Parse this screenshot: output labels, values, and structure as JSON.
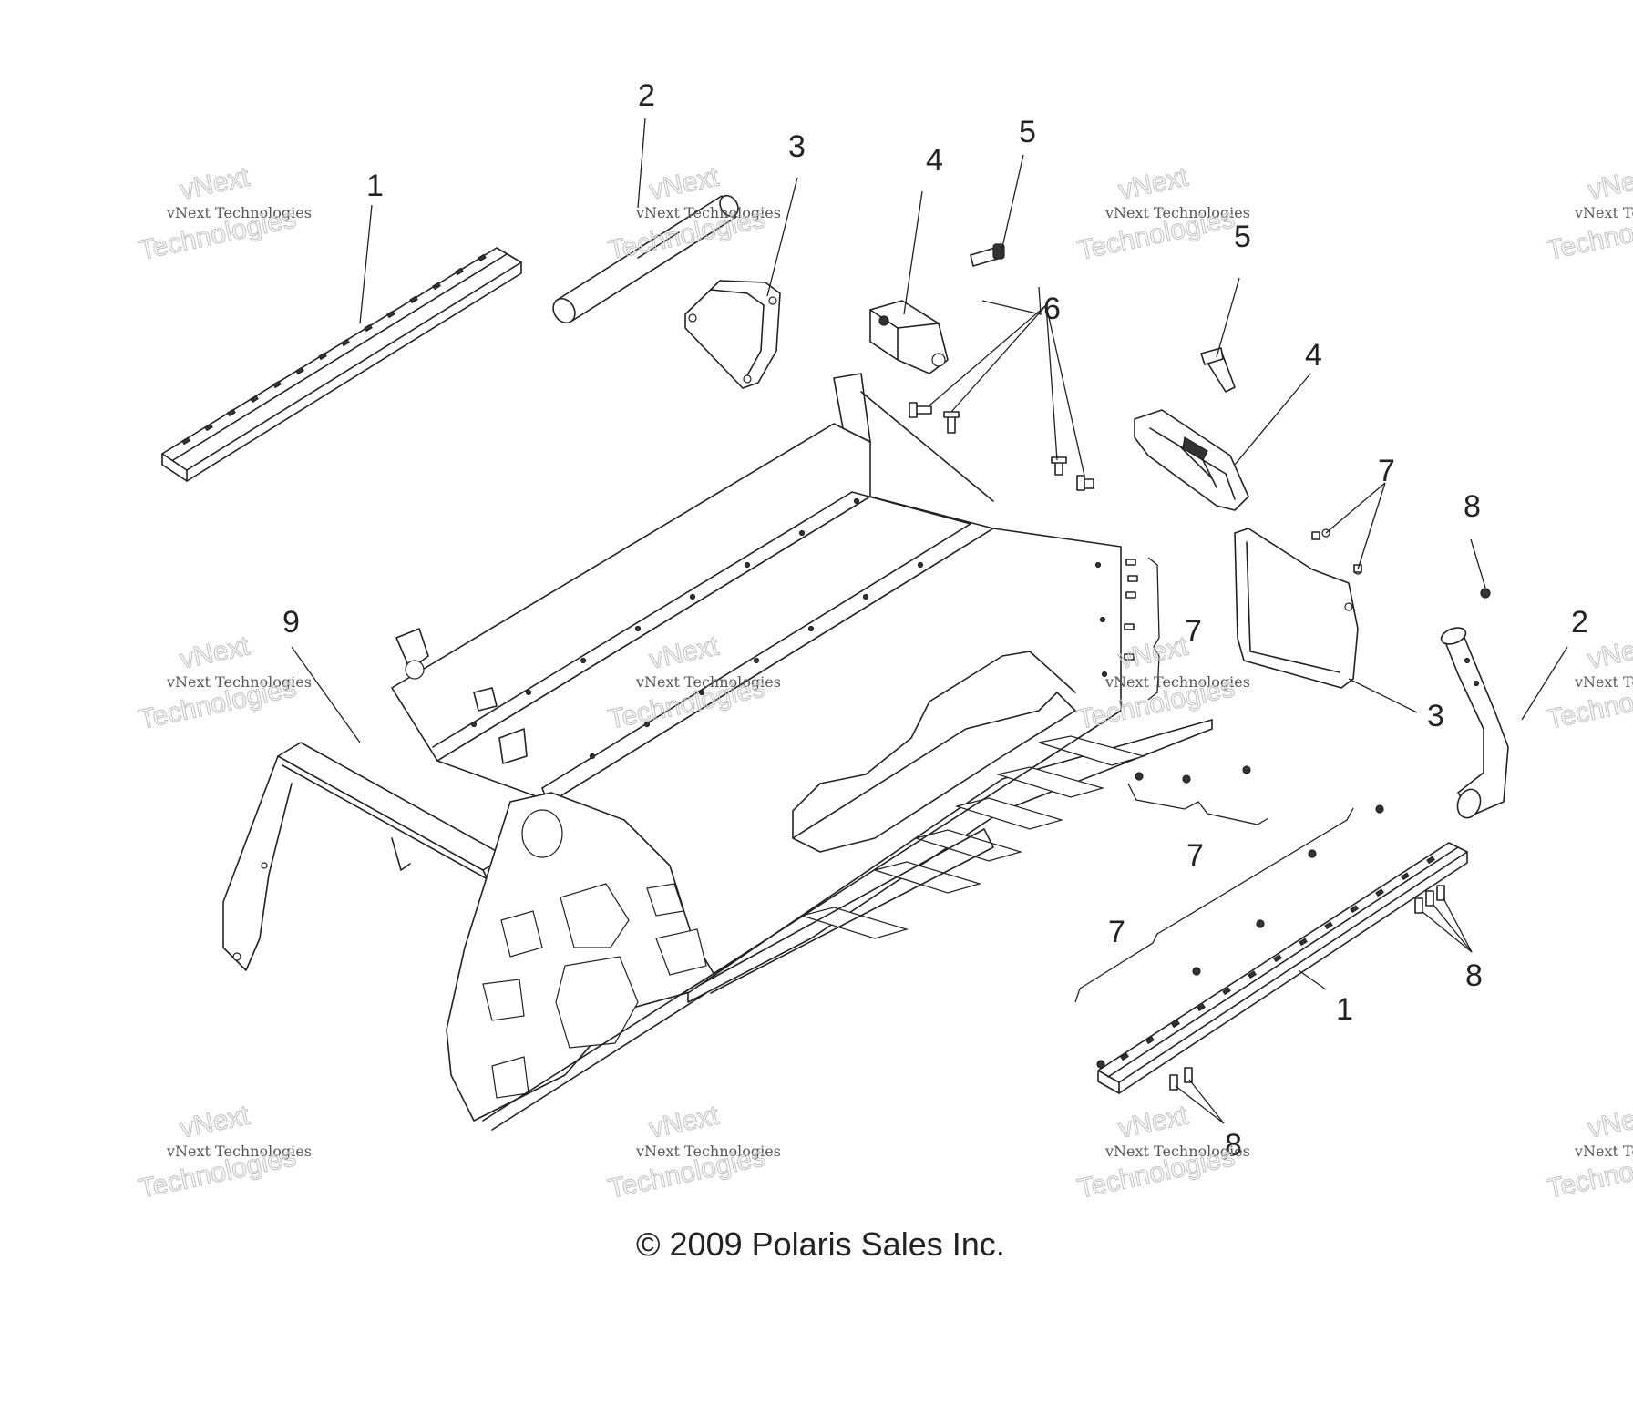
{
  "callouts": [
    {
      "id": "c1a",
      "text": "1"
    },
    {
      "id": "c1b",
      "text": "1"
    },
    {
      "id": "c2a",
      "text": "2"
    },
    {
      "id": "c2b",
      "text": "2"
    },
    {
      "id": "c3a",
      "text": "3"
    },
    {
      "id": "c3b",
      "text": "3"
    },
    {
      "id": "c4a",
      "text": "4"
    },
    {
      "id": "c4b",
      "text": "4"
    },
    {
      "id": "c5a",
      "text": "5"
    },
    {
      "id": "c5b",
      "text": "5"
    },
    {
      "id": "c6",
      "text": "6"
    },
    {
      "id": "c7a",
      "text": "7"
    },
    {
      "id": "c7b",
      "text": "7"
    },
    {
      "id": "c7c",
      "text": "7"
    },
    {
      "id": "c7d",
      "text": "7"
    },
    {
      "id": "c8a",
      "text": "8"
    },
    {
      "id": "c8b",
      "text": "8"
    },
    {
      "id": "c8c",
      "text": "8"
    },
    {
      "id": "c9",
      "text": "9"
    }
  ],
  "watermark": {
    "small": "vNext Technologies",
    "big": "Technologies",
    "top": "vNext"
  },
  "copyright": "© 2009 Polaris Sales Inc."
}
